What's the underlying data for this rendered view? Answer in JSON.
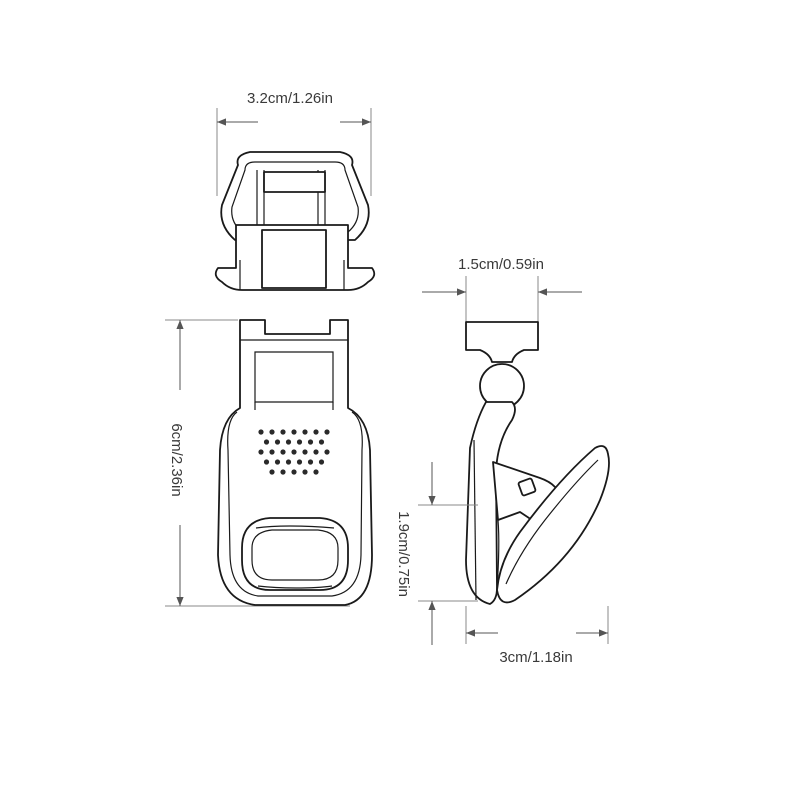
{
  "dimensions": {
    "top_width": "3.2cm/1.26in",
    "clip_height": "6cm/2.36in",
    "neck_width": "1.5cm/0.59in",
    "jaw_height": "1.9cm/0.75in",
    "side_width": "3cm/1.18in"
  },
  "colors": {
    "outline": "#1a1a1a",
    "dimension_line": "#555555",
    "label_text": "#3a3a3a"
  }
}
